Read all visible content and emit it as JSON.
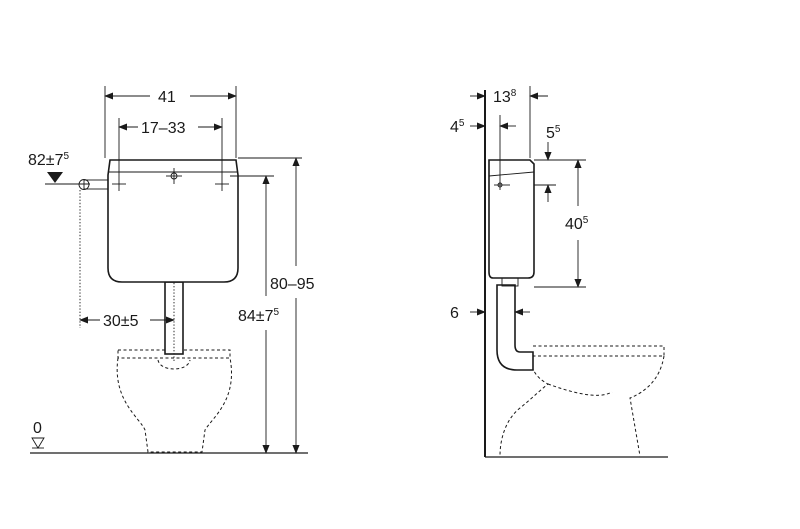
{
  "front": {
    "width": "41",
    "connection_spacing": "17–33",
    "water_inlet_main": "82±7",
    "water_inlet_sup": "5",
    "flush_pipe_offset": "30±5",
    "height_range": "80–95",
    "height_main": "84±7",
    "height_sup": "5",
    "floor_level": "0"
  },
  "side": {
    "depth_main": "13",
    "depth_sup": "8",
    "wall_gap_main": "4",
    "wall_gap_sup": "5",
    "top_offset_main": "5",
    "top_offset_sup": "5",
    "cistern_height_main": "40",
    "cistern_height_sup": "5",
    "pipe_wall_distance": "6"
  }
}
